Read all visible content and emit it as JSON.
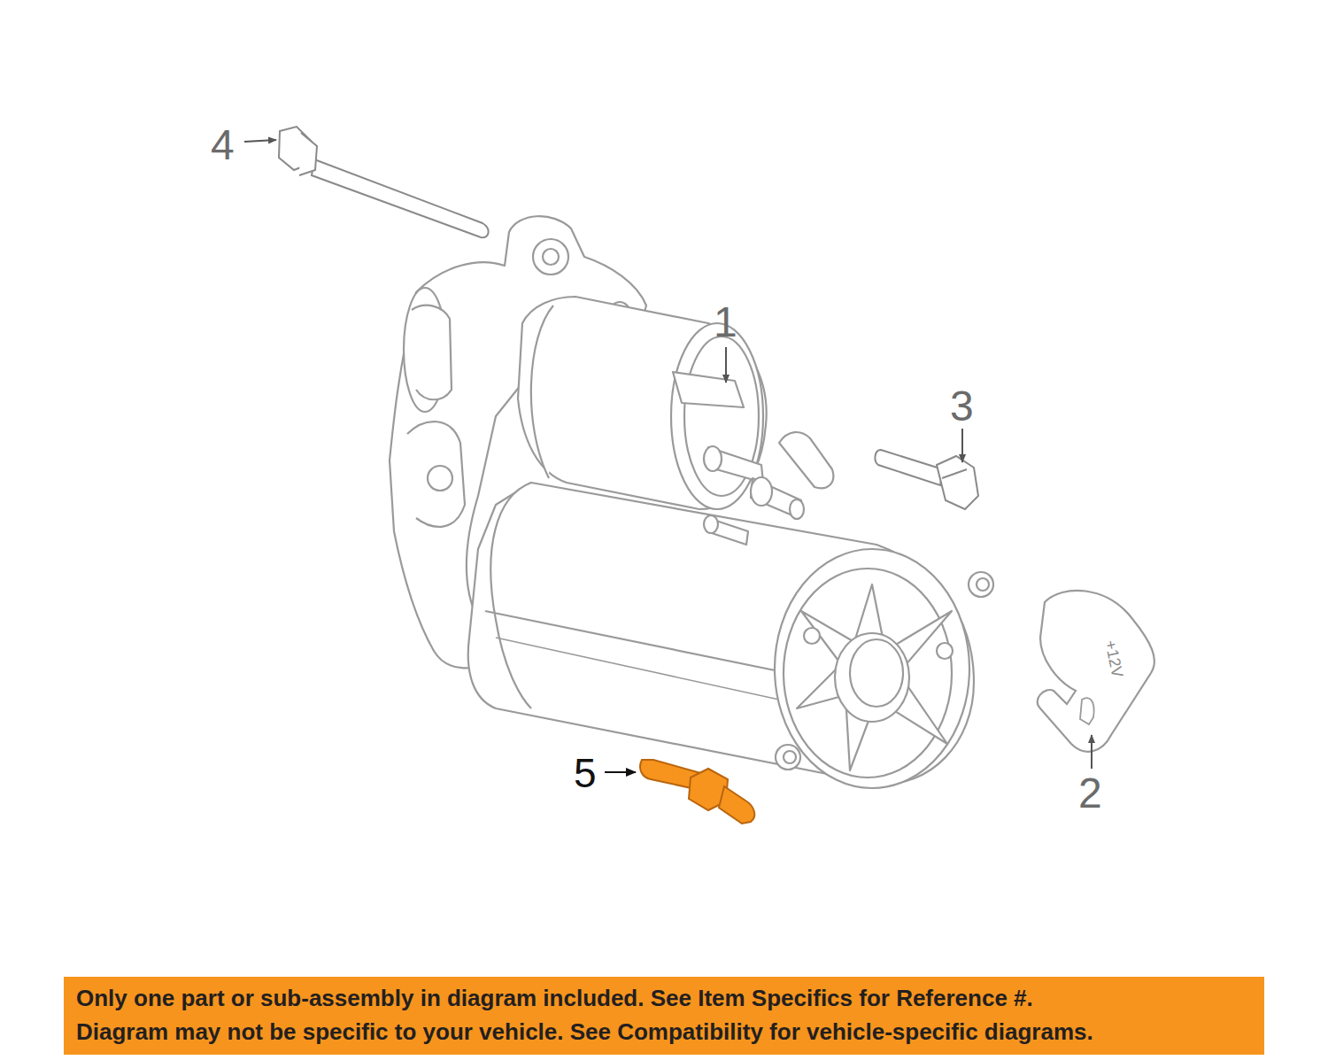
{
  "diagram": {
    "nodes": [
      {
        "text": [
          "Only one part or sub-assembly in diagram included. See Item Specifics for Reference #.",
          "Diagram may not be specific to your vehicle. See Compatibility for vehicle-specific diagrams."
        ]
      }
    ],
    "labels": [
      "4",
      "1",
      "3",
      "+12V",
      "5",
      "2"
    ]
  }
}
